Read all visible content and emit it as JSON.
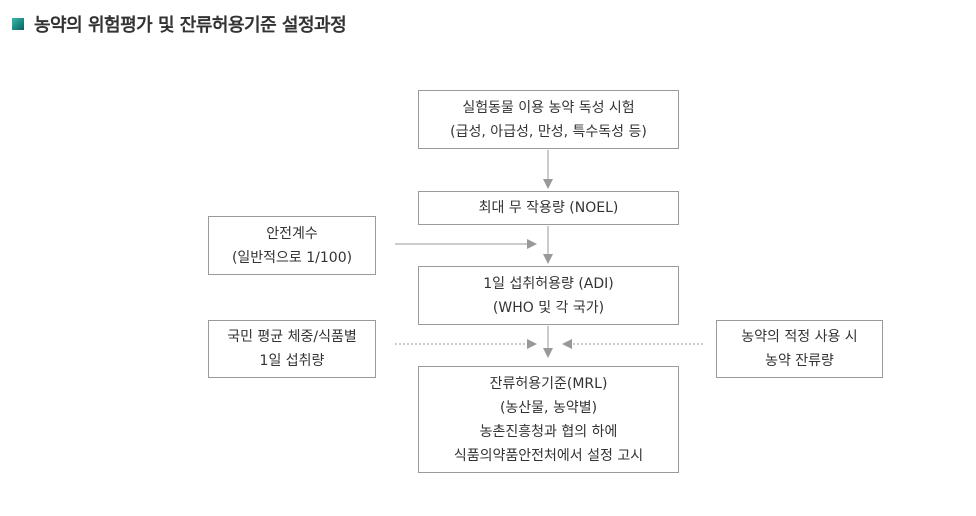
{
  "title": "농약의 위험평가 및 잔류허용기준 설정과정",
  "colors": {
    "box_border": "#9a9a9a",
    "arrow": "#999999",
    "bullet": "#1f8f86"
  },
  "boxes": {
    "test": [
      "실험동물 이용 농약 독성 시험",
      "(급성, 아급성, 만성, 특수독성 등)"
    ],
    "noel": [
      "최대 무 작용량 (NOEL)"
    ],
    "adi": [
      "1일 섭취허용량 (ADI)",
      "(WHO 및 각 국가)"
    ],
    "mrl": [
      "잔류허용기준(MRL)",
      "(농산물, 농약별)",
      "농촌진흥청과 협의 하에",
      "식품의약품안전처에서 설정 고시"
    ],
    "safety": [
      "안전계수",
      "(일반적으로 1/100)"
    ],
    "intake": [
      "국민 평균 체중/식품별",
      "1일 섭취량"
    ],
    "residue": [
      "농약의 적정 사용 시",
      "농약 잔류량"
    ]
  }
}
